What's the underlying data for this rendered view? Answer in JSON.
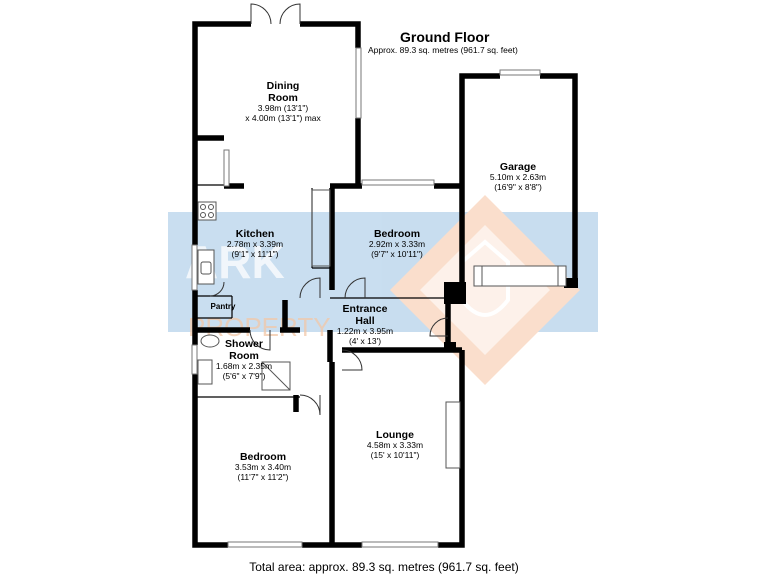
{
  "floor": {
    "title": "Ground Floor",
    "area": "Approx. 89.3 sq. metres (961.7 sq. feet)"
  },
  "rooms": {
    "dining": {
      "name_line1": "Dining",
      "name_line2": "Room",
      "dim_line1": "3.98m (13'1\")",
      "dim_line2": "x 4.00m (13'1\") max"
    },
    "kitchen": {
      "name": "Kitchen",
      "dim_metric": "2.78m x 3.39m",
      "dim_imperial": "(9'1\" x 11'1\")"
    },
    "bedroom1": {
      "name": "Bedroom",
      "dim_metric": "2.92m x 3.33m",
      "dim_imperial": "(9'7\" x 10'11\")"
    },
    "garage": {
      "name": "Garage",
      "dim_metric": "5.10m x 2.63m",
      "dim_imperial": "(16'9\" x 8'8\")"
    },
    "pantry": {
      "name": "Pantry"
    },
    "hall": {
      "name_line1": "Entrance",
      "name_line2": "Hall",
      "dim_metric": "1.22m x 3.95m",
      "dim_imperial": "(4' x 13')"
    },
    "shower": {
      "name_line1": "Shower",
      "name_line2": "Room",
      "dim_metric": "1.68m x 2.35m",
      "dim_imperial": "(5'6\" x 7'9\")"
    },
    "lounge": {
      "name": "Lounge",
      "dim_metric": "4.58m x 3.33m",
      "dim_imperial": "(15' x 10'11\")"
    },
    "bedroom2": {
      "name": "Bedroom",
      "dim_metric": "3.53m x 3.40m",
      "dim_imperial": "(11'7\" x 11'2\")"
    }
  },
  "watermark": {
    "brand": "ARK",
    "sub": "PROPERTY",
    "color_blue": "#8fb8dc",
    "color_orange": "#f2a77a"
  },
  "total_area": "Total area: approx. 89.3 sq. metres (961.7 sq. feet)",
  "colors": {
    "wall": "#000000",
    "fixture": "#666666",
    "window": "#999999"
  }
}
